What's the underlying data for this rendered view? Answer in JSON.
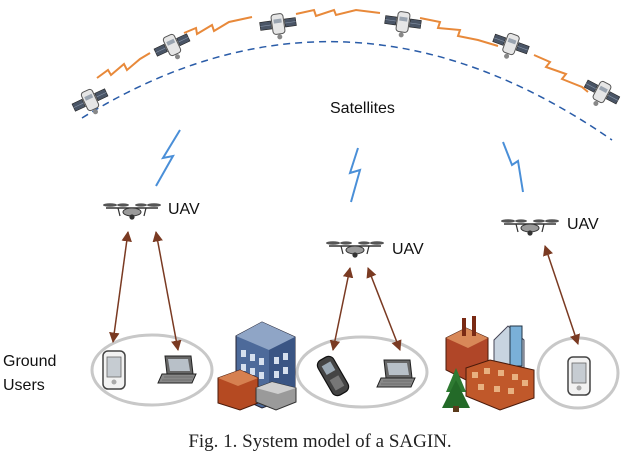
{
  "labels": {
    "satellites": "Satellites",
    "uav_left": "UAV",
    "uav_mid": "UAV",
    "uav_right": "UAV",
    "ground_line1": "Ground",
    "ground_line2": "Users"
  },
  "caption": "Fig. 1. System model of a SAGIN.",
  "colors": {
    "orbit": "#2a5ca8",
    "inter_satellite_link": "#e8893a",
    "satellite_link": "#4a8fd8",
    "ground_link": "#7a3a22",
    "cell": "#c8c8c8"
  }
}
